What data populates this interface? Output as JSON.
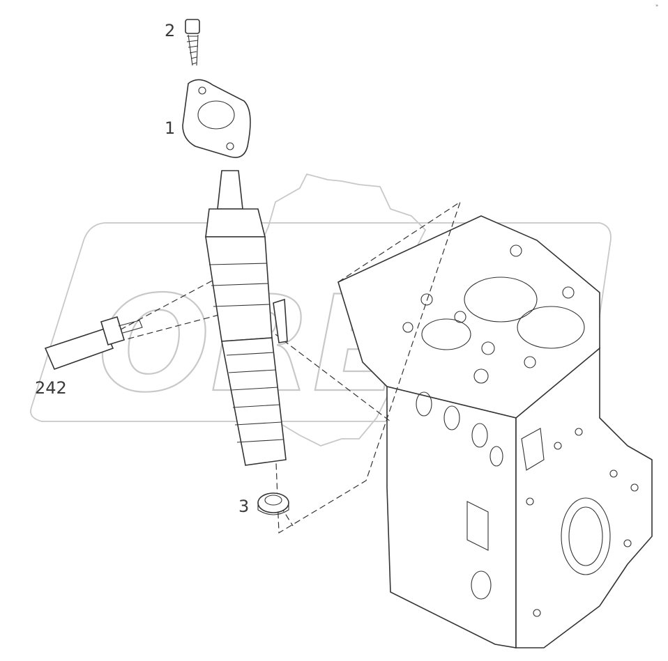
{
  "watermark": {
    "text": "OREX"
  },
  "callouts": {
    "part_2": "2",
    "part_1": "1",
    "part_242": "242",
    "part_3": "3"
  },
  "corner_mark": "»"
}
